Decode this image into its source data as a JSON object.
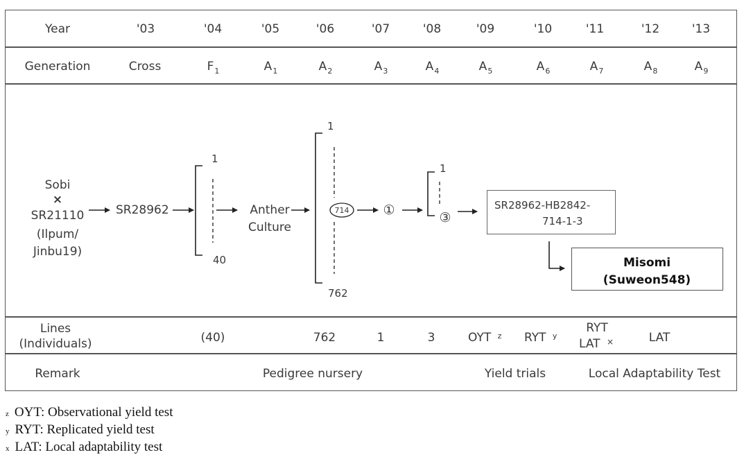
{
  "header": {
    "year_label": "Year",
    "years": [
      "'03",
      "'04",
      "'05",
      "'06",
      "'07",
      "'08",
      "'09",
      "'10",
      "'11",
      "'12",
      "'13"
    ],
    "generation_label": "Generation",
    "generations": [
      {
        "main": "Cross",
        "sub": ""
      },
      {
        "main": "F",
        "sub": "1"
      },
      {
        "main": "A",
        "sub": "1"
      },
      {
        "main": "A",
        "sub": "2"
      },
      {
        "main": "A",
        "sub": "3"
      },
      {
        "main": "A",
        "sub": "4"
      },
      {
        "main": "A",
        "sub": "5"
      },
      {
        "main": "A",
        "sub": "6"
      },
      {
        "main": "A",
        "sub": "7"
      },
      {
        "main": "A",
        "sub": "8"
      },
      {
        "main": "A",
        "sub": "9"
      }
    ]
  },
  "flow": {
    "cross_lines": [
      "Sobi",
      "×",
      "SR21110",
      "(Ilpum/",
      "Jinbu19)"
    ],
    "f1_name": "SR28962",
    "f1_top": "1",
    "f1_bottom": "40",
    "anther_lines": [
      "Anther",
      "Culture"
    ],
    "a2_top": "1",
    "a2_selected": "714",
    "a2_bottom": "762",
    "a3_selected": "①",
    "a4_top": "1",
    "a4_selected": "③",
    "line_name_1": "SR28962-HB2842-",
    "line_name_2": "714-1-3",
    "cultivar_1": "Misomi",
    "cultivar_2": "(Suweon548)"
  },
  "lines_row": {
    "label_1": "Lines",
    "label_2": "(Individuals)",
    "f1": "(40)",
    "a2": "762",
    "a3": "1",
    "a4": "3",
    "a5": "OYT",
    "a5_mark": "z",
    "a6": "RYT",
    "a6_mark": "y",
    "a7_1": "RYT",
    "a7_2": "LAT",
    "a7_mark": "×",
    "a8": "LAT"
  },
  "remark_row": {
    "label": "Remark",
    "pedigree": "Pedigree  nursery",
    "yield": "Yield  trials",
    "local": "Local  Adaptability  Test"
  },
  "footnotes": [
    {
      "mark": "z",
      "text": "OYT:  Observational  yield  test"
    },
    {
      "mark": "y",
      "text": "RYT:  Replicated  yield  test"
    },
    {
      "mark": "x",
      "text": "LAT:  Local  adaptability  test"
    }
  ]
}
